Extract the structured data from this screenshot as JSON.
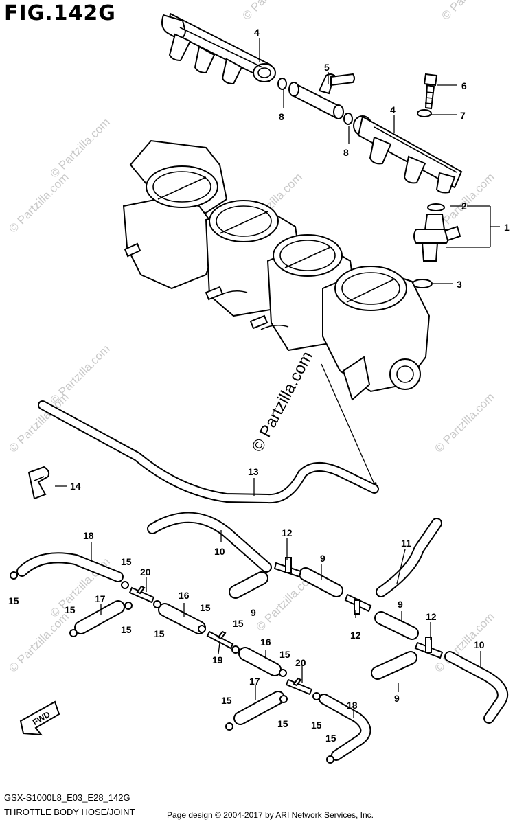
{
  "figure": {
    "title": "FIG.142G",
    "model_code": "GSX-S1000L8_E03_E28_142G",
    "section_name": "THROTTLE BODY HOSE/JOINT",
    "copyright": "Page design © 2004-2017 by ARI Network Services, Inc."
  },
  "watermark": {
    "text": "© Partzilla.com",
    "center_text": "© Partzilla.com",
    "color": "#c9c9c9"
  },
  "direction_arrow": {
    "label": "FWD"
  },
  "callouts": {
    "c1": "1",
    "c2": "2",
    "c3": "3",
    "c4a": "4",
    "c4b": "4",
    "c5": "5",
    "c6": "6",
    "c7": "7",
    "c8a": "8",
    "c8b": "8",
    "c9a": "9",
    "c9b": "9",
    "c9c": "9",
    "c9d": "9",
    "c10a": "10",
    "c10b": "10",
    "c11": "11",
    "c12a": "12",
    "c12b": "12",
    "c12c": "12",
    "c13": "13",
    "c14": "14",
    "c15a": "15",
    "c15b": "15",
    "c15c": "15",
    "c15d": "15",
    "c15e": "15",
    "c15f": "15",
    "c15g": "15",
    "c15h": "15",
    "c15i": "15",
    "c15j": "15",
    "c15k": "15",
    "c15l": "15",
    "c16a": "16",
    "c16b": "16",
    "c17a": "17",
    "c17b": "17",
    "c18a": "18",
    "c18b": "18",
    "c19": "19",
    "c20a": "20",
    "c20b": "20"
  }
}
